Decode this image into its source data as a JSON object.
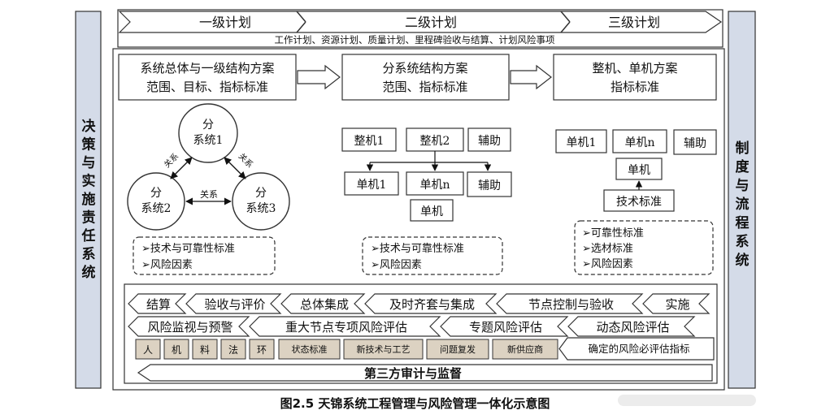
{
  "side": {
    "left": "决策与实施责任系统",
    "right": "制度与流程系统"
  },
  "header": {
    "tiers": [
      "一级计划",
      "二级计划",
      "三级计划"
    ],
    "subtitle": "工作计划、资源计划、质量计划、里程碑验收与结算、计划风险事项"
  },
  "top_boxes": [
    [
      "系统总体与一级结构方案",
      "范围、目标、指标标准"
    ],
    [
      "分系统结构方案",
      "范围、指标标准"
    ],
    [
      "整机、单机方案",
      "指标标准"
    ]
  ],
  "col1": {
    "circle_top": [
      "分",
      "系统1"
    ],
    "circle_left": [
      "分",
      "系统2"
    ],
    "circle_right": [
      "分",
      "系统3"
    ],
    "relation": "关系",
    "notes": [
      "➢技术与可靠性标准",
      "➢风险因素"
    ]
  },
  "col2": {
    "row1": [
      "整机1",
      "整机2",
      "辅助"
    ],
    "row2": [
      "单机1",
      "单机n",
      "辅助"
    ],
    "bottom": "单机",
    "notes": [
      "➢技术与可靠性标准",
      "➢风险因素"
    ]
  },
  "col3": {
    "row1": [
      "单机1",
      "单机n",
      "辅助"
    ],
    "unit": "单机",
    "standard": "技术标准",
    "notes": [
      "➢可靠性标准",
      "➢选材标准",
      "➢风险因素"
    ]
  },
  "bottom": {
    "row1": [
      "结算",
      "验收与评价",
      "总体集成",
      "及时齐套与集成",
      "节点控制与验收",
      "实施"
    ],
    "row2": [
      "风险监视与预警",
      "重大节点专项风险评估",
      "专题风险评估",
      "动态风险评估"
    ],
    "factors": [
      "人",
      "机",
      "料",
      "法",
      "环"
    ],
    "tags": [
      "状态标准",
      "新技术与工艺",
      "问题复发",
      "新供应商"
    ],
    "must_assess": "确定的风险必评估指标",
    "audit": "第三方审计与监督"
  },
  "caption": "图2.5  天锦系统工程管理与风险管理一体化示意图"
}
